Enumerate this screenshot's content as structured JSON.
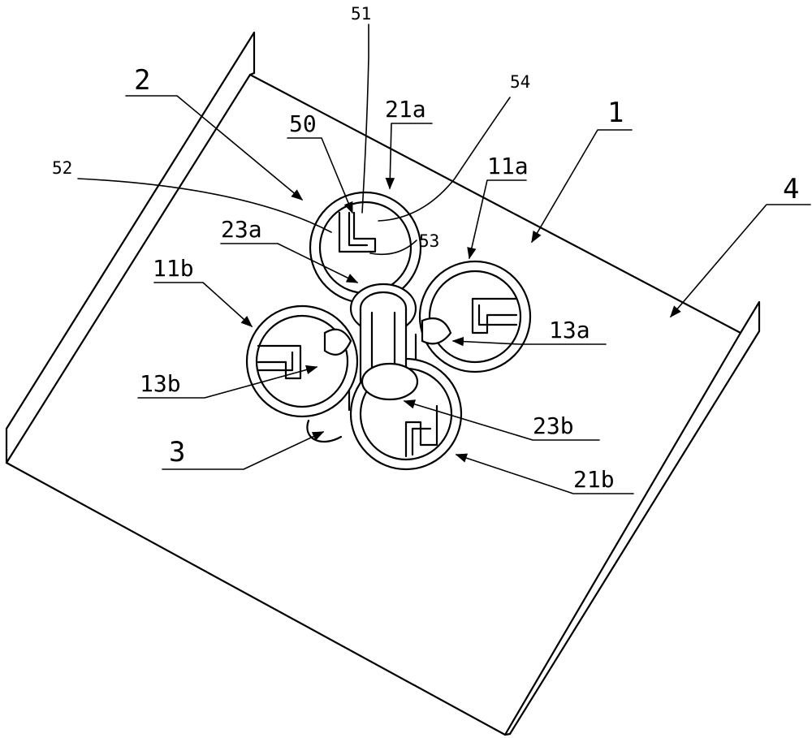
{
  "labels": {
    "l1": "1",
    "l2": "2",
    "l3": "3",
    "l4": "4",
    "l11a": "11a",
    "l11b": "11b",
    "l13a": "13a",
    "l13b": "13b",
    "l21a": "21a",
    "l21b": "21b",
    "l23a": "23a",
    "l23b": "23b",
    "l50": "50",
    "l51": "51",
    "l52": "52",
    "l53": "53",
    "l54": "54"
  }
}
